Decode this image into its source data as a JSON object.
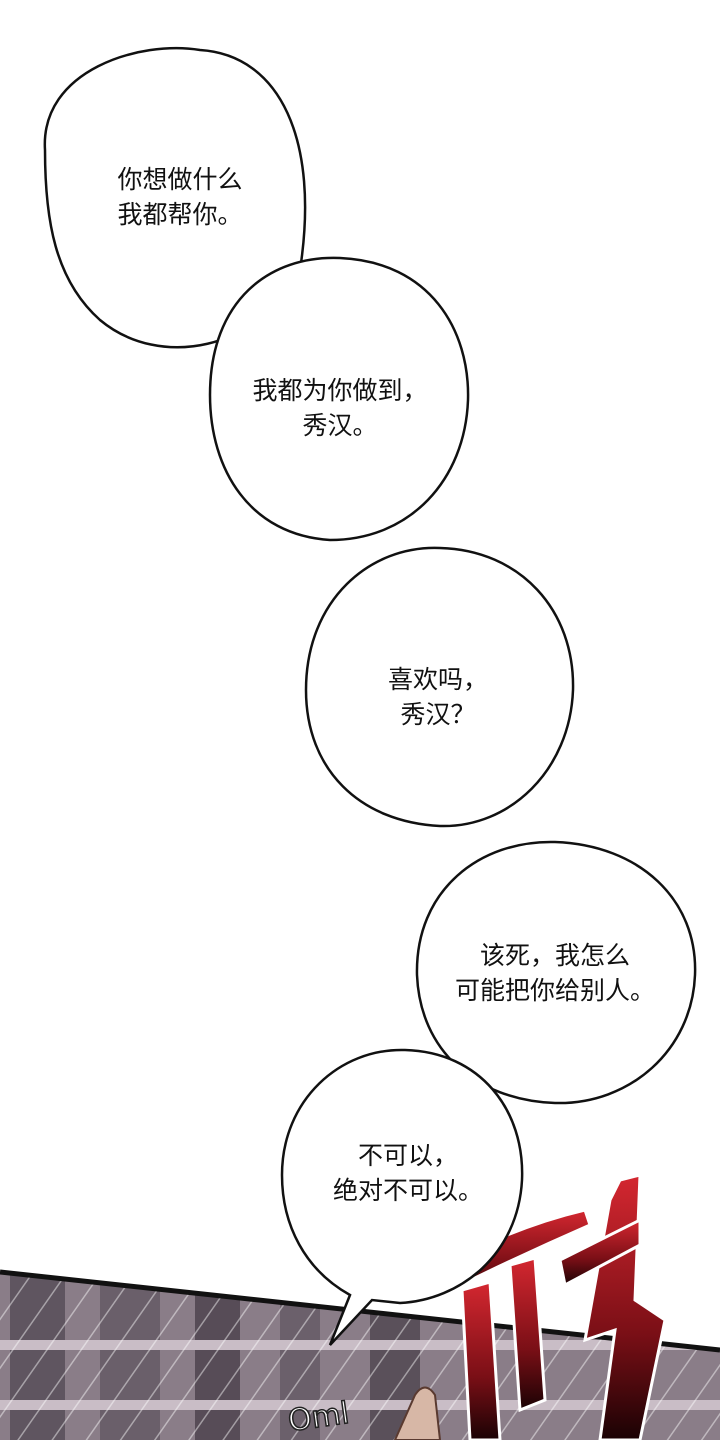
{
  "bubbles": [
    {
      "lines": [
        "你想做什么",
        "我都帮你。"
      ]
    },
    {
      "lines": [
        "我都为你做到，",
        "秀汉。"
      ]
    },
    {
      "lines": [
        "喜欢吗，",
        "秀汉？"
      ]
    },
    {
      "lines": [
        "该死，我怎么",
        "可能把你给别人。"
      ]
    },
    {
      "lines": [
        "不可以，",
        "绝对不可以。"
      ]
    }
  ],
  "sfx": {
    "small": "Oml"
  },
  "colors": {
    "panel_bg": "#6e6370",
    "sfx_red": "#c4202a",
    "ink": "#111111"
  }
}
